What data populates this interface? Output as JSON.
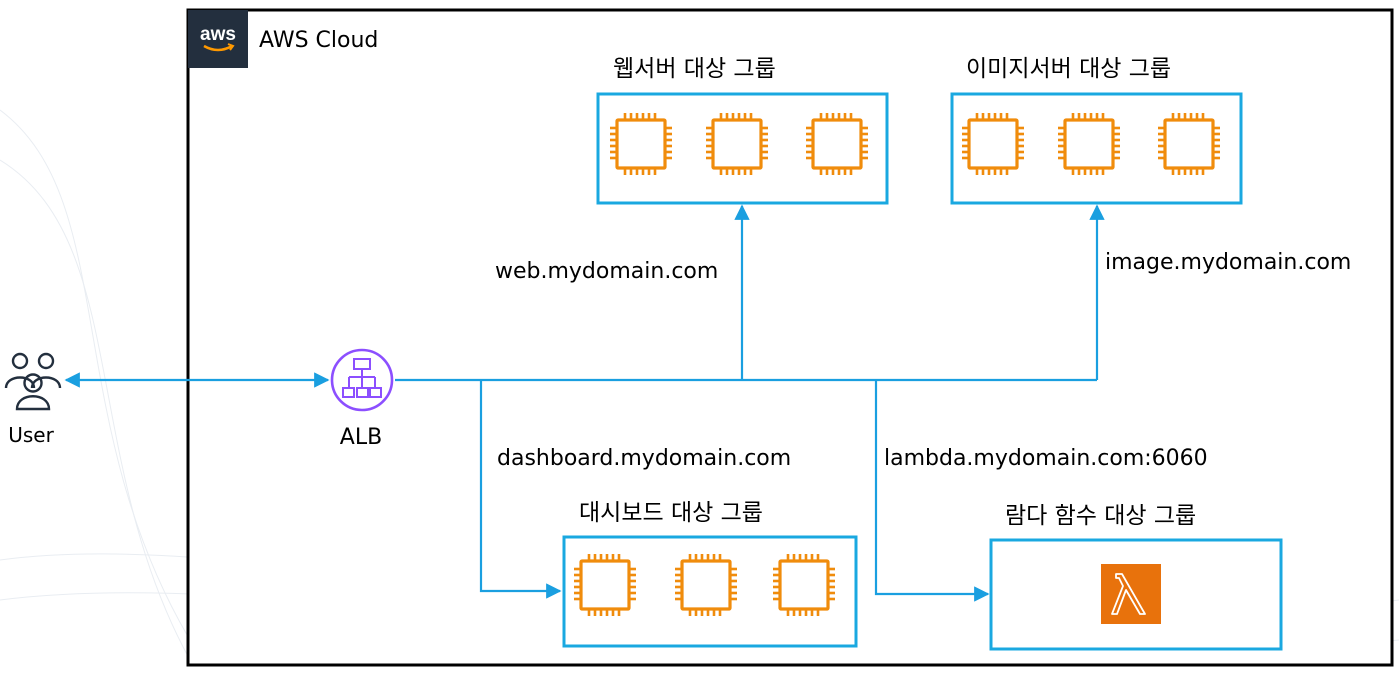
{
  "cloud": {
    "label": "AWS Cloud",
    "logo_text": "aws"
  },
  "user": {
    "label": "User",
    "icon": "users-icon"
  },
  "alb": {
    "label": "ALB",
    "icon": "load-balancer-icon",
    "color": "#8c4fff"
  },
  "groups": {
    "web": {
      "title": "웹서버 대상 그룹",
      "route": "web.mydomain.com"
    },
    "image": {
      "title": "이미지서버 대상 그룹",
      "route": "image.mydomain.com"
    },
    "dashboard": {
      "title": "대시보드 대상 그룹",
      "route": "dashboard.mydomain.com"
    },
    "lambda": {
      "title": "람다 함수 대상 그룹",
      "route": "lambda.mydomain.com:6060"
    }
  },
  "colors": {
    "line": "#1a9fe0",
    "group_border": "#1aa8e0",
    "ec2": "#f08c0c",
    "lambda": "#e8720c",
    "cloud_border": "#000000",
    "logo_bg": "#232f3e"
  },
  "icons": {
    "instance": "ec2-instance-icon",
    "lambda": "lambda-icon"
  }
}
